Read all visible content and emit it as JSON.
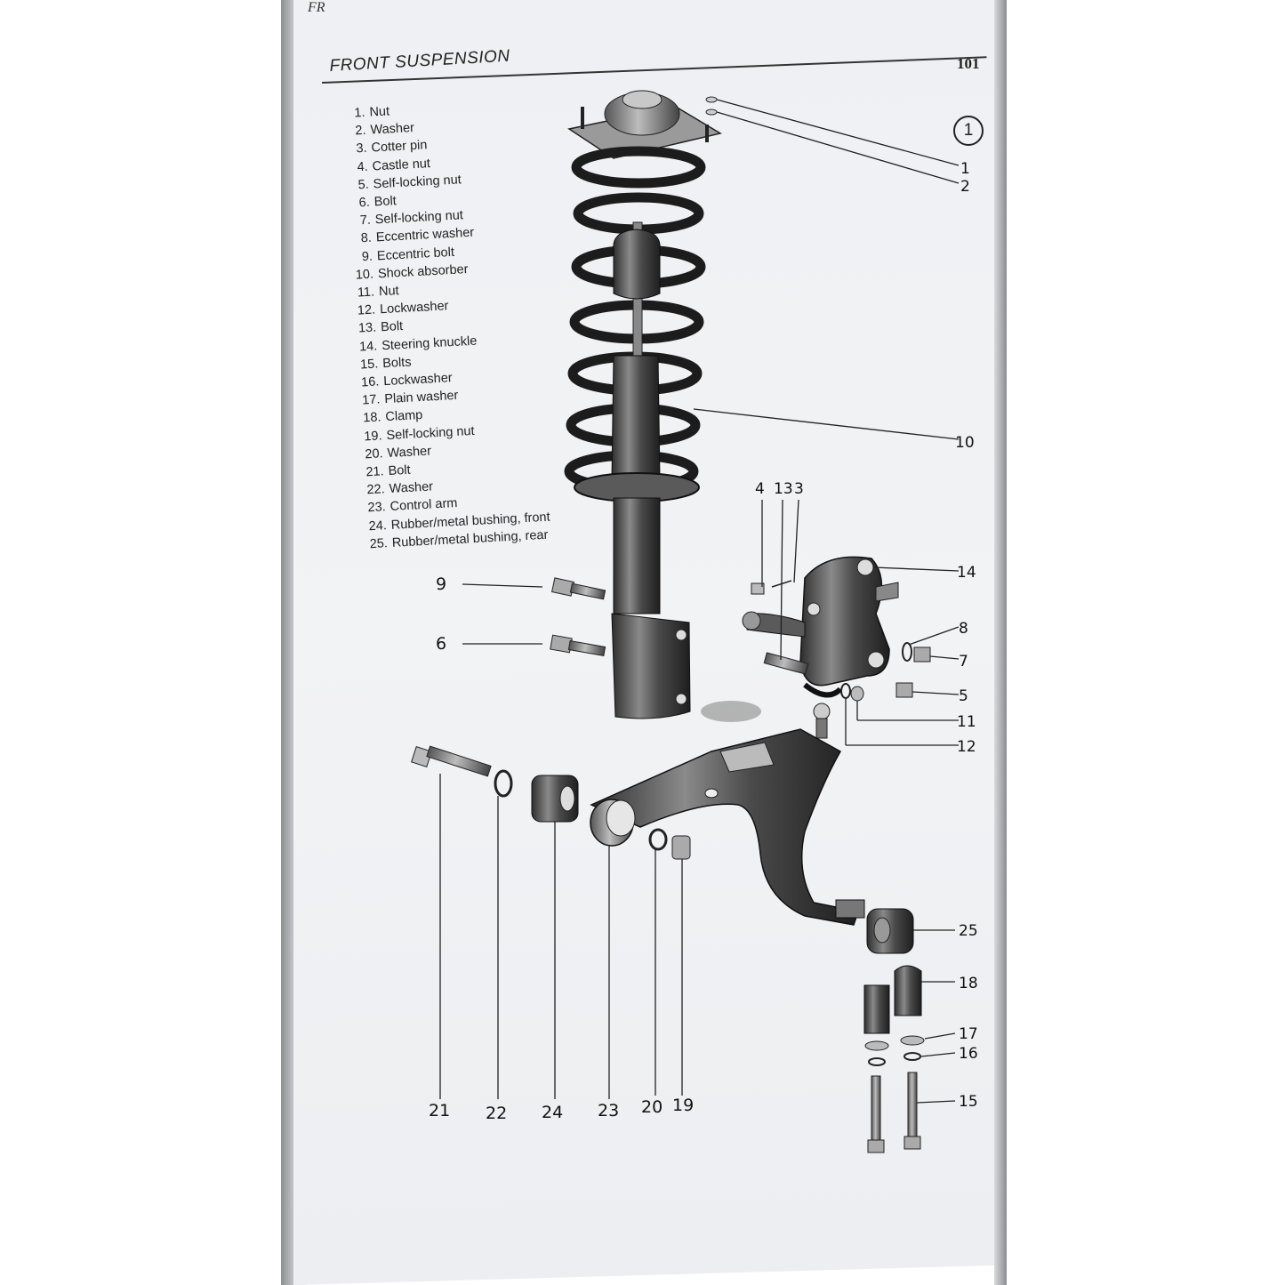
{
  "page": {
    "header_corner": "FR",
    "title": "FRONT SUSPENSION",
    "page_number": "101",
    "figure_number": "1"
  },
  "parts": [
    {
      "num": "1.",
      "name": "Nut"
    },
    {
      "num": "2.",
      "name": "Washer"
    },
    {
      "num": "3.",
      "name": "Cotter pin"
    },
    {
      "num": "4.",
      "name": "Castle nut"
    },
    {
      "num": "5.",
      "name": "Self-locking nut"
    },
    {
      "num": "6.",
      "name": "Bolt"
    },
    {
      "num": "7.",
      "name": "Self-locking nut"
    },
    {
      "num": "8.",
      "name": "Eccentric washer"
    },
    {
      "num": "9.",
      "name": "Eccentric bolt"
    },
    {
      "num": "10.",
      "name": "Shock absorber"
    },
    {
      "num": "11.",
      "name": "Nut"
    },
    {
      "num": "12.",
      "name": "Lockwasher"
    },
    {
      "num": "13.",
      "name": "Bolt"
    },
    {
      "num": "14.",
      "name": "Steering knuckle"
    },
    {
      "num": "15.",
      "name": "Bolts"
    },
    {
      "num": "16.",
      "name": "Lockwasher"
    },
    {
      "num": "17.",
      "name": "Plain washer"
    },
    {
      "num": "18.",
      "name": "Clamp"
    },
    {
      "num": "19.",
      "name": "Self-locking nut"
    },
    {
      "num": "20.",
      "name": "Washer"
    },
    {
      "num": "21.",
      "name": "Bolt"
    },
    {
      "num": "22.",
      "name": "Washer"
    },
    {
      "num": "23.",
      "name": "Control arm"
    },
    {
      "num": "24.",
      "name": "Rubber/metal bushing, front"
    },
    {
      "num": "25.",
      "name": "Rubber/metal bushing, rear"
    }
  ],
  "callouts": {
    "c1": "1",
    "c2": "2",
    "c3": "3",
    "c4": "4",
    "c5": "5",
    "c6": "6",
    "c7": "7",
    "c8": "8",
    "c9": "9",
    "c10": "10",
    "c11": "11",
    "c12": "12",
    "c13": "13",
    "c14": "14",
    "c15": "15",
    "c16": "16",
    "c17": "17",
    "c18": "18",
    "c19": "19",
    "c20": "20",
    "c21": "21",
    "c22": "22",
    "c23": "23",
    "c24": "24",
    "c25": "25"
  },
  "colors": {
    "ink": "#222222",
    "paper": "#eef0f3",
    "metal_dark": "#3a3a3a",
    "metal_mid": "#7a7a7a"
  }
}
